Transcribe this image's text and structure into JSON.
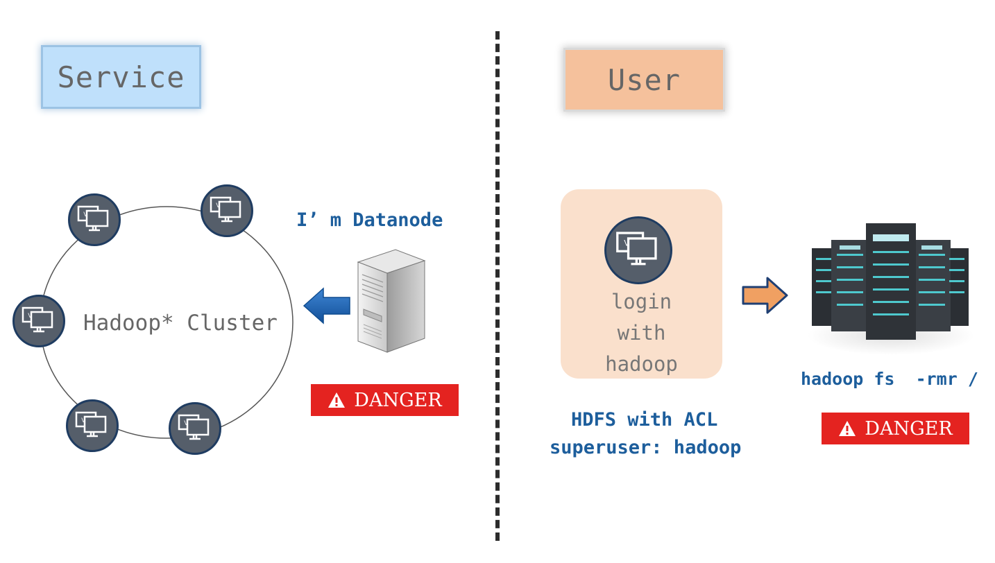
{
  "left_panel": {
    "title": "Service",
    "cluster_label": "Hadoop* Cluster",
    "vm_badge": "VM",
    "datanode_label": "I’ m Datanode",
    "danger_label": "DANGER"
  },
  "right_panel": {
    "title": "User",
    "login_lines": [
      "login",
      "with",
      "hadoop"
    ],
    "vm_badge": "VM",
    "command_label": "hadoop fs  -rmr /",
    "hdfs_lines": [
      "HDFS with ACL",
      "superuser: hadoop"
    ],
    "danger_label": "DANGER"
  },
  "colors": {
    "service_box": "#bfe0fb",
    "user_box": "#f5c19c",
    "login_card": "#fae0cc",
    "danger": "#e42320",
    "label_blue": "#1d5e9c",
    "left_arrow": "#1b5fae",
    "right_arrow": "#f0a062"
  },
  "icons": [
    "vm-icon",
    "server-tower-icon",
    "server-rack-icon",
    "warning-icon",
    "arrow-left-icon",
    "arrow-right-icon"
  ]
}
